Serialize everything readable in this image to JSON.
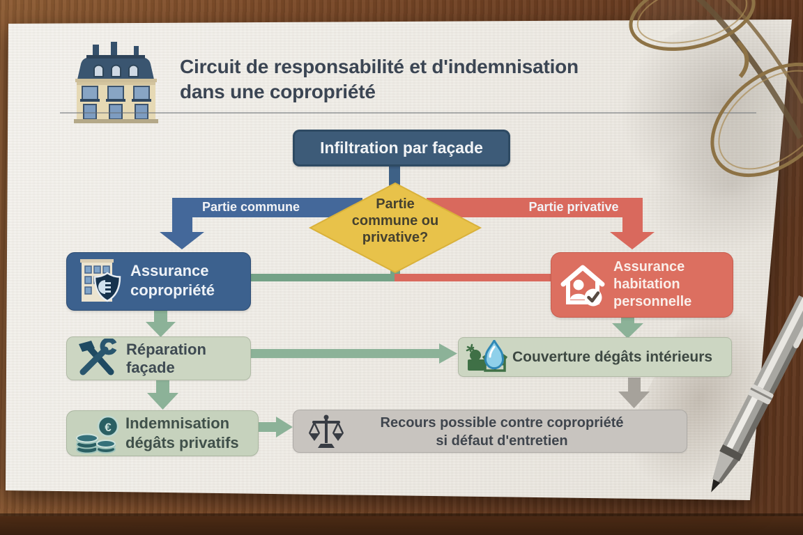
{
  "scene": {
    "description": "Infographic sheet lying on a wooden desk",
    "objects": [
      "paper-sheet",
      "reading-glasses",
      "ballpoint-pen",
      "wooden-desk"
    ]
  },
  "header": {
    "title_line1": "Circuit de responsabilité et d'indemnisation",
    "title_line2": "dans une copropriété",
    "logo_icon": "haussmann-building-icon"
  },
  "flowchart": {
    "start": {
      "label": "Infiltration par façade"
    },
    "decision": {
      "line1": "Partie",
      "line2": "commune ou",
      "line3": "privative?"
    },
    "branches": {
      "left": "Partie commune",
      "right": "Partie privative"
    },
    "nodes": {
      "assurance_copropriete": {
        "line1": "Assurance",
        "line2": "copropriété",
        "icon": "building-shield-icon"
      },
      "assurance_habitation": {
        "line1": "Assurance",
        "line2": "habitation",
        "line3": "personnelle",
        "icon": "house-person-check-icon"
      },
      "reparation_facade": {
        "line1": "Réparation",
        "line2": "façade",
        "icon": "crossed-tools-icon"
      },
      "couverture": {
        "label": "Couverture dégâts intérieurs",
        "icon": "house-waterdrop-icon"
      },
      "indemnisation": {
        "line1": "Indemnisation",
        "line2": "dégâts privatifs",
        "icon": "coins-icon",
        "coin_symbol": "€"
      },
      "recours": {
        "line1": "Recours possible contre copropriété",
        "line2": "si défaut d'entretien",
        "icon": "justice-scales-icon"
      }
    }
  },
  "colors": {
    "start_box_blue": "#3d5b78",
    "branch_blue": "#44689a",
    "branch_red": "#d9695d",
    "decision_yellow": "#e8c24a",
    "insurance_blue": "#3c618e",
    "insurance_red": "#dc6f60",
    "sage_green_box": "#ccd6c2",
    "arrow_green": "#8cb298",
    "line_green": "#74a287",
    "gray_box": "#c8c4bf",
    "arrow_gray": "#a6a29b",
    "paper": "#efece6",
    "title_text": "#3b4553"
  }
}
